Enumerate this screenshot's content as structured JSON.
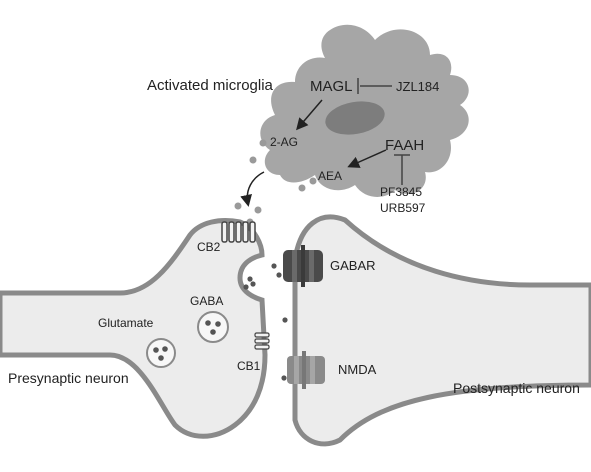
{
  "labels": {
    "activated_microglia": "Activated microglia",
    "magl": "MAGL",
    "jzl184": "JZL184",
    "two_ag": "2-AG",
    "faah": "FAAH",
    "aea": "AEA",
    "pf3845": "PF3845",
    "urb597": "URB597",
    "cb2": "CB2",
    "gaba": "GABA",
    "glutamate": "Glutamate",
    "cb1": "CB1",
    "gabar": "GABAR",
    "nmda": "NMDA",
    "presynaptic_neuron": "Presynaptic neuron",
    "postsynaptic_neuron": "Postsynaptic neuron"
  },
  "colors": {
    "neuron_fill": "#ececec",
    "neuron_outline": "#8a8a8a",
    "microglia_fill": "#a6a6a6",
    "nucleus_fill": "#7d7d7d",
    "molecule": "#9a9a9a",
    "vesicle_dot": "#555555",
    "receptor_dark": "#4a4a4a",
    "text": "#222222"
  }
}
